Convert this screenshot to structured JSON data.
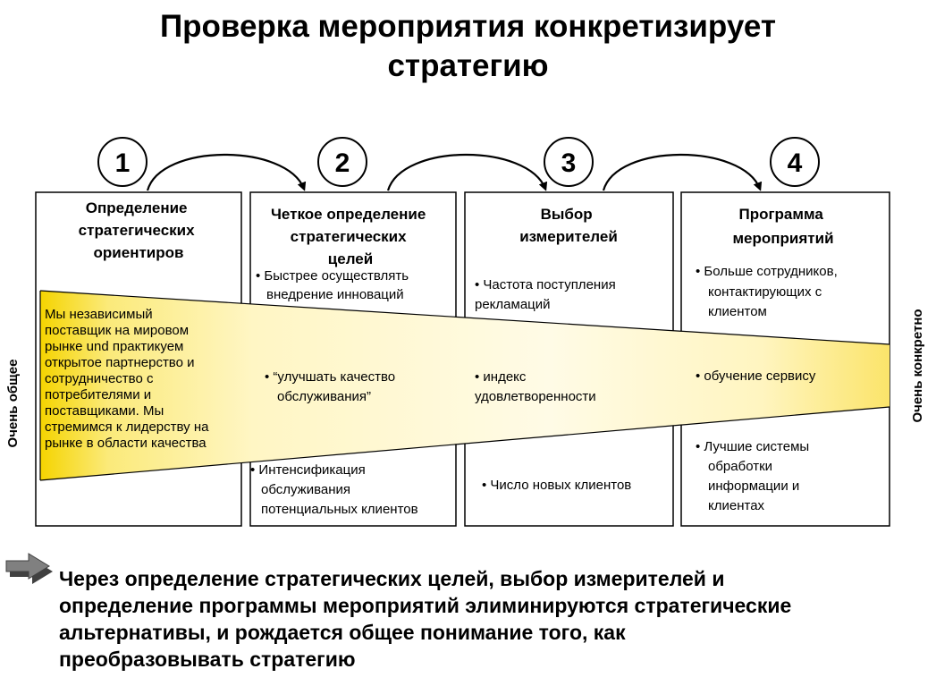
{
  "title": {
    "line1": "Проверка мероприятия конкретизирует",
    "line2": "стратегию"
  },
  "steps": [
    {
      "number": "1",
      "title": [
        "Определение",
        "стратегических",
        "ориентиров"
      ]
    },
    {
      "number": "2",
      "title": [
        "Четкое определение",
        "стратегических",
        "целей"
      ]
    },
    {
      "number": "3",
      "title": [
        "Выбор",
        "измерителей"
      ]
    },
    {
      "number": "4",
      "title": [
        "Программа",
        "мероприятий"
      ]
    }
  ],
  "highlight_text": [
    "Мы независимый",
    "поставщик на мировом",
    "рынке und практикуем",
    "открытое партнерство и",
    "сотрудничество с",
    "потребителями и",
    "поставщиками. Мы",
    "стремимся к лидерству на",
    "рынке в области качества"
  ],
  "bullets": {
    "col2": [
      [
        "• Быстрее осуществлять",
        "внедрение инноваций"
      ],
      [
        "• “улучшать качество",
        "обслуживания”"
      ],
      [
        "• Интенсификация",
        "обслуживания",
        "потенциальных клиентов"
      ]
    ],
    "col3": [
      [
        "• Частота поступления",
        "рекламаций"
      ],
      [
        "• индекс",
        "удовлетворенности"
      ],
      [
        "• Число новых клиентов"
      ]
    ],
    "col4": [
      [
        "• Больше сотрудников,",
        "контактирующих с",
        "клиентом"
      ],
      [
        "• обучение сервису"
      ],
      [
        "• Лучшие системы",
        "обработки",
        "информации и",
        "клиентах"
      ]
    ]
  },
  "side_labels": {
    "left": "Очень общее",
    "right": "Очень конкретно"
  },
  "conclusion": [
    "Через определение стратегических целей, выбор измерителей и",
    "определение программы мероприятий элиминируются стратегические",
    "альтернативы, и рождается общее понимание того, как",
    "преобразовывать стратегию"
  ],
  "colors": {
    "highlight": "#f5d400",
    "arrow_fill": "#808080"
  }
}
